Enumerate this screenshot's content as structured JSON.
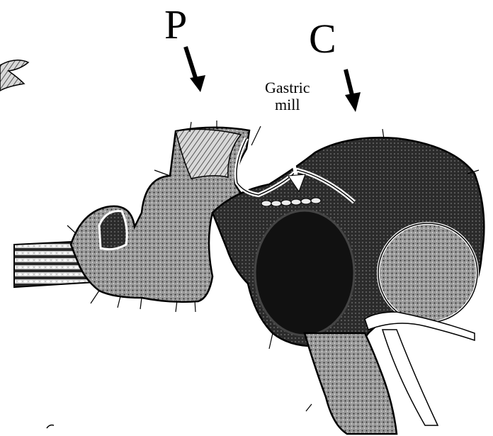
{
  "labels": {
    "p": "P",
    "c": "C",
    "gastric_mill_line1": "Gastric",
    "gastric_mill_line2": "mill"
  },
  "colors": {
    "ink": "#000000",
    "paper": "#ffffff",
    "tissue_dark": "#1a1a1a",
    "tissue_mid": "#555555",
    "tissue_light": "#bdbdbd"
  }
}
